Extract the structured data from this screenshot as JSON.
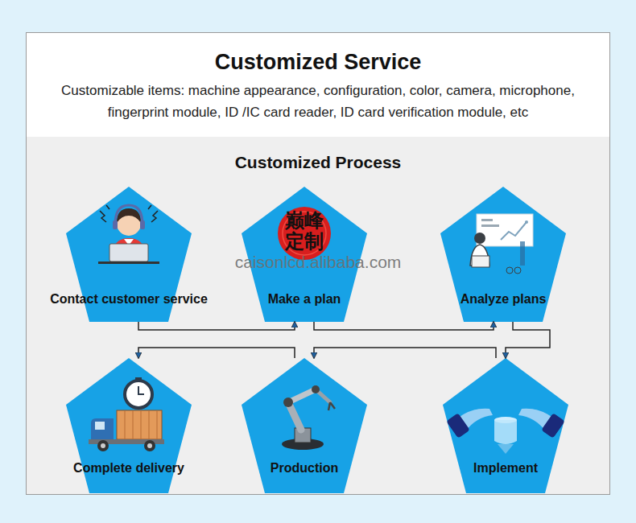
{
  "diagram": {
    "title": "Customized Service",
    "nodes": [
      {
        "text": [
          "Contact customer service"
        ]
      },
      {
        "text": [
          "Make a plan"
        ]
      },
      {
        "text": [
          "Analyze plans"
        ]
      },
      {
        "text": [
          "Complete delivery"
        ]
      },
      {
        "text": [
          "Production"
        ]
      },
      {
        "text": [
          "Implement"
        ]
      }
    ],
    "edges": [
      {
        "from": 0,
        "to": 1,
        "arrow": "to"
      },
      {
        "from": 1,
        "to": 2,
        "arrow": "to"
      },
      {
        "from": 2,
        "to": 5,
        "arrow": "to"
      },
      {
        "from": 5,
        "to": 4,
        "arrow": "to"
      },
      {
        "from": 4,
        "to": 3,
        "arrow": "to"
      }
    ],
    "labels": [
      "Customizable items: machine appearance, configuration, color, camera, microphone, fingerprint module, ID /IC card reader, ID card verification module, etc",
      "Customized Process",
      "巅峰定制",
      "caisonlcd.alibaba.com"
    ]
  }
}
